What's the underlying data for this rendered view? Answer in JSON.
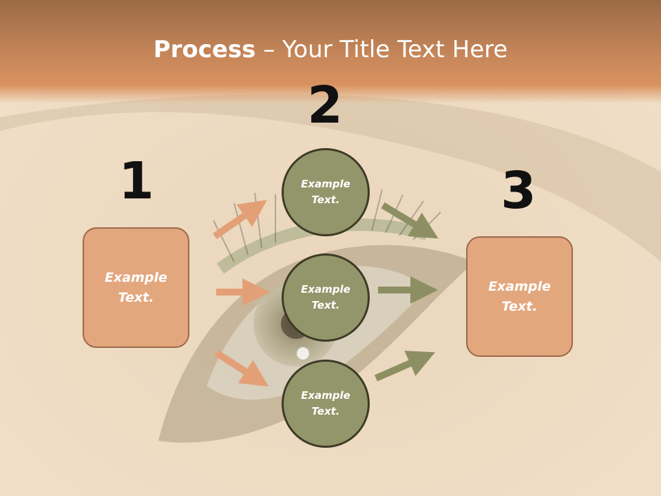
{
  "title": {
    "bold": "Process",
    "rest": " – Your Title Text Here"
  },
  "steps": [
    {
      "number": "1",
      "text": "Example Text."
    },
    {
      "number": "2"
    },
    {
      "number": "3",
      "text": "Example Text."
    }
  ],
  "circles": [
    {
      "text": "Example Text."
    },
    {
      "text": "Example Text."
    },
    {
      "text": "Example Text."
    }
  ],
  "colors": {
    "header": "#c7875a",
    "box_fill": "#e3a77e",
    "circle_fill": "#93966a",
    "arrow_orange": "#e3a077",
    "arrow_olive": "#8c8f62"
  }
}
